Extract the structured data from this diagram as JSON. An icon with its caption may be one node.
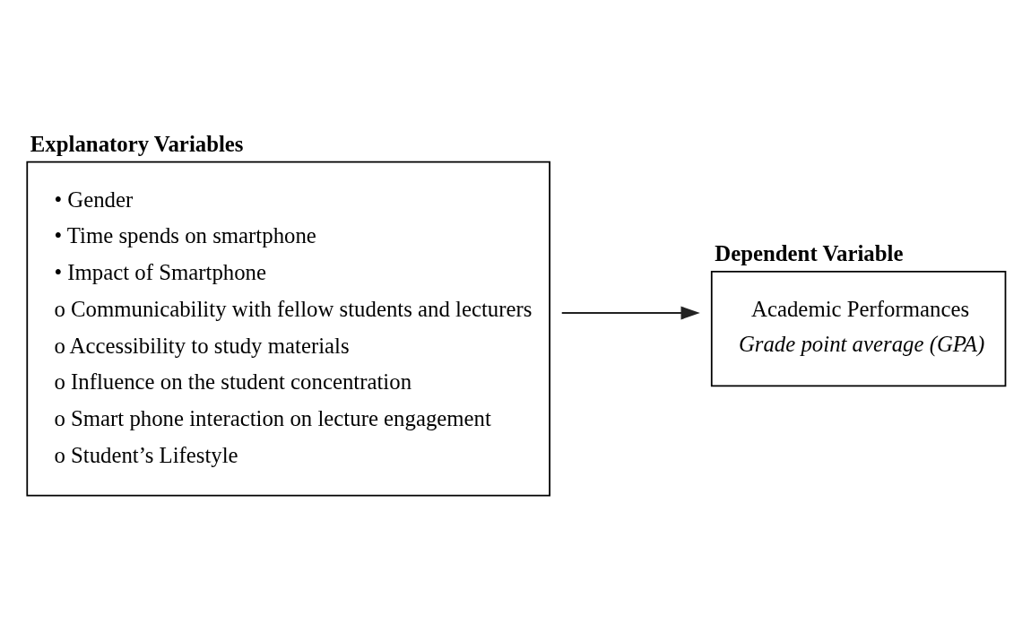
{
  "diagram": {
    "nodes": [
      {
        "text": [
          "Explanatory Variables",
          "• Gender",
          "• Time spends on smartphone",
          "• Impact of Smartphone",
          "o Communicability with fellow students and lecturers",
          "o Accessibility to study materials",
          "o Influence on the student concentration",
          "o Smart phone interaction on lecture engagement",
          "o Student’s Lifestyle"
        ]
      },
      {
        "text": [
          "Dependent Variable",
          "Academic Performances",
          "Grade point average (GPA)"
        ]
      }
    ],
    "edges": [
      {
        "from": 0,
        "to": 1,
        "arrow": "to"
      }
    ]
  }
}
